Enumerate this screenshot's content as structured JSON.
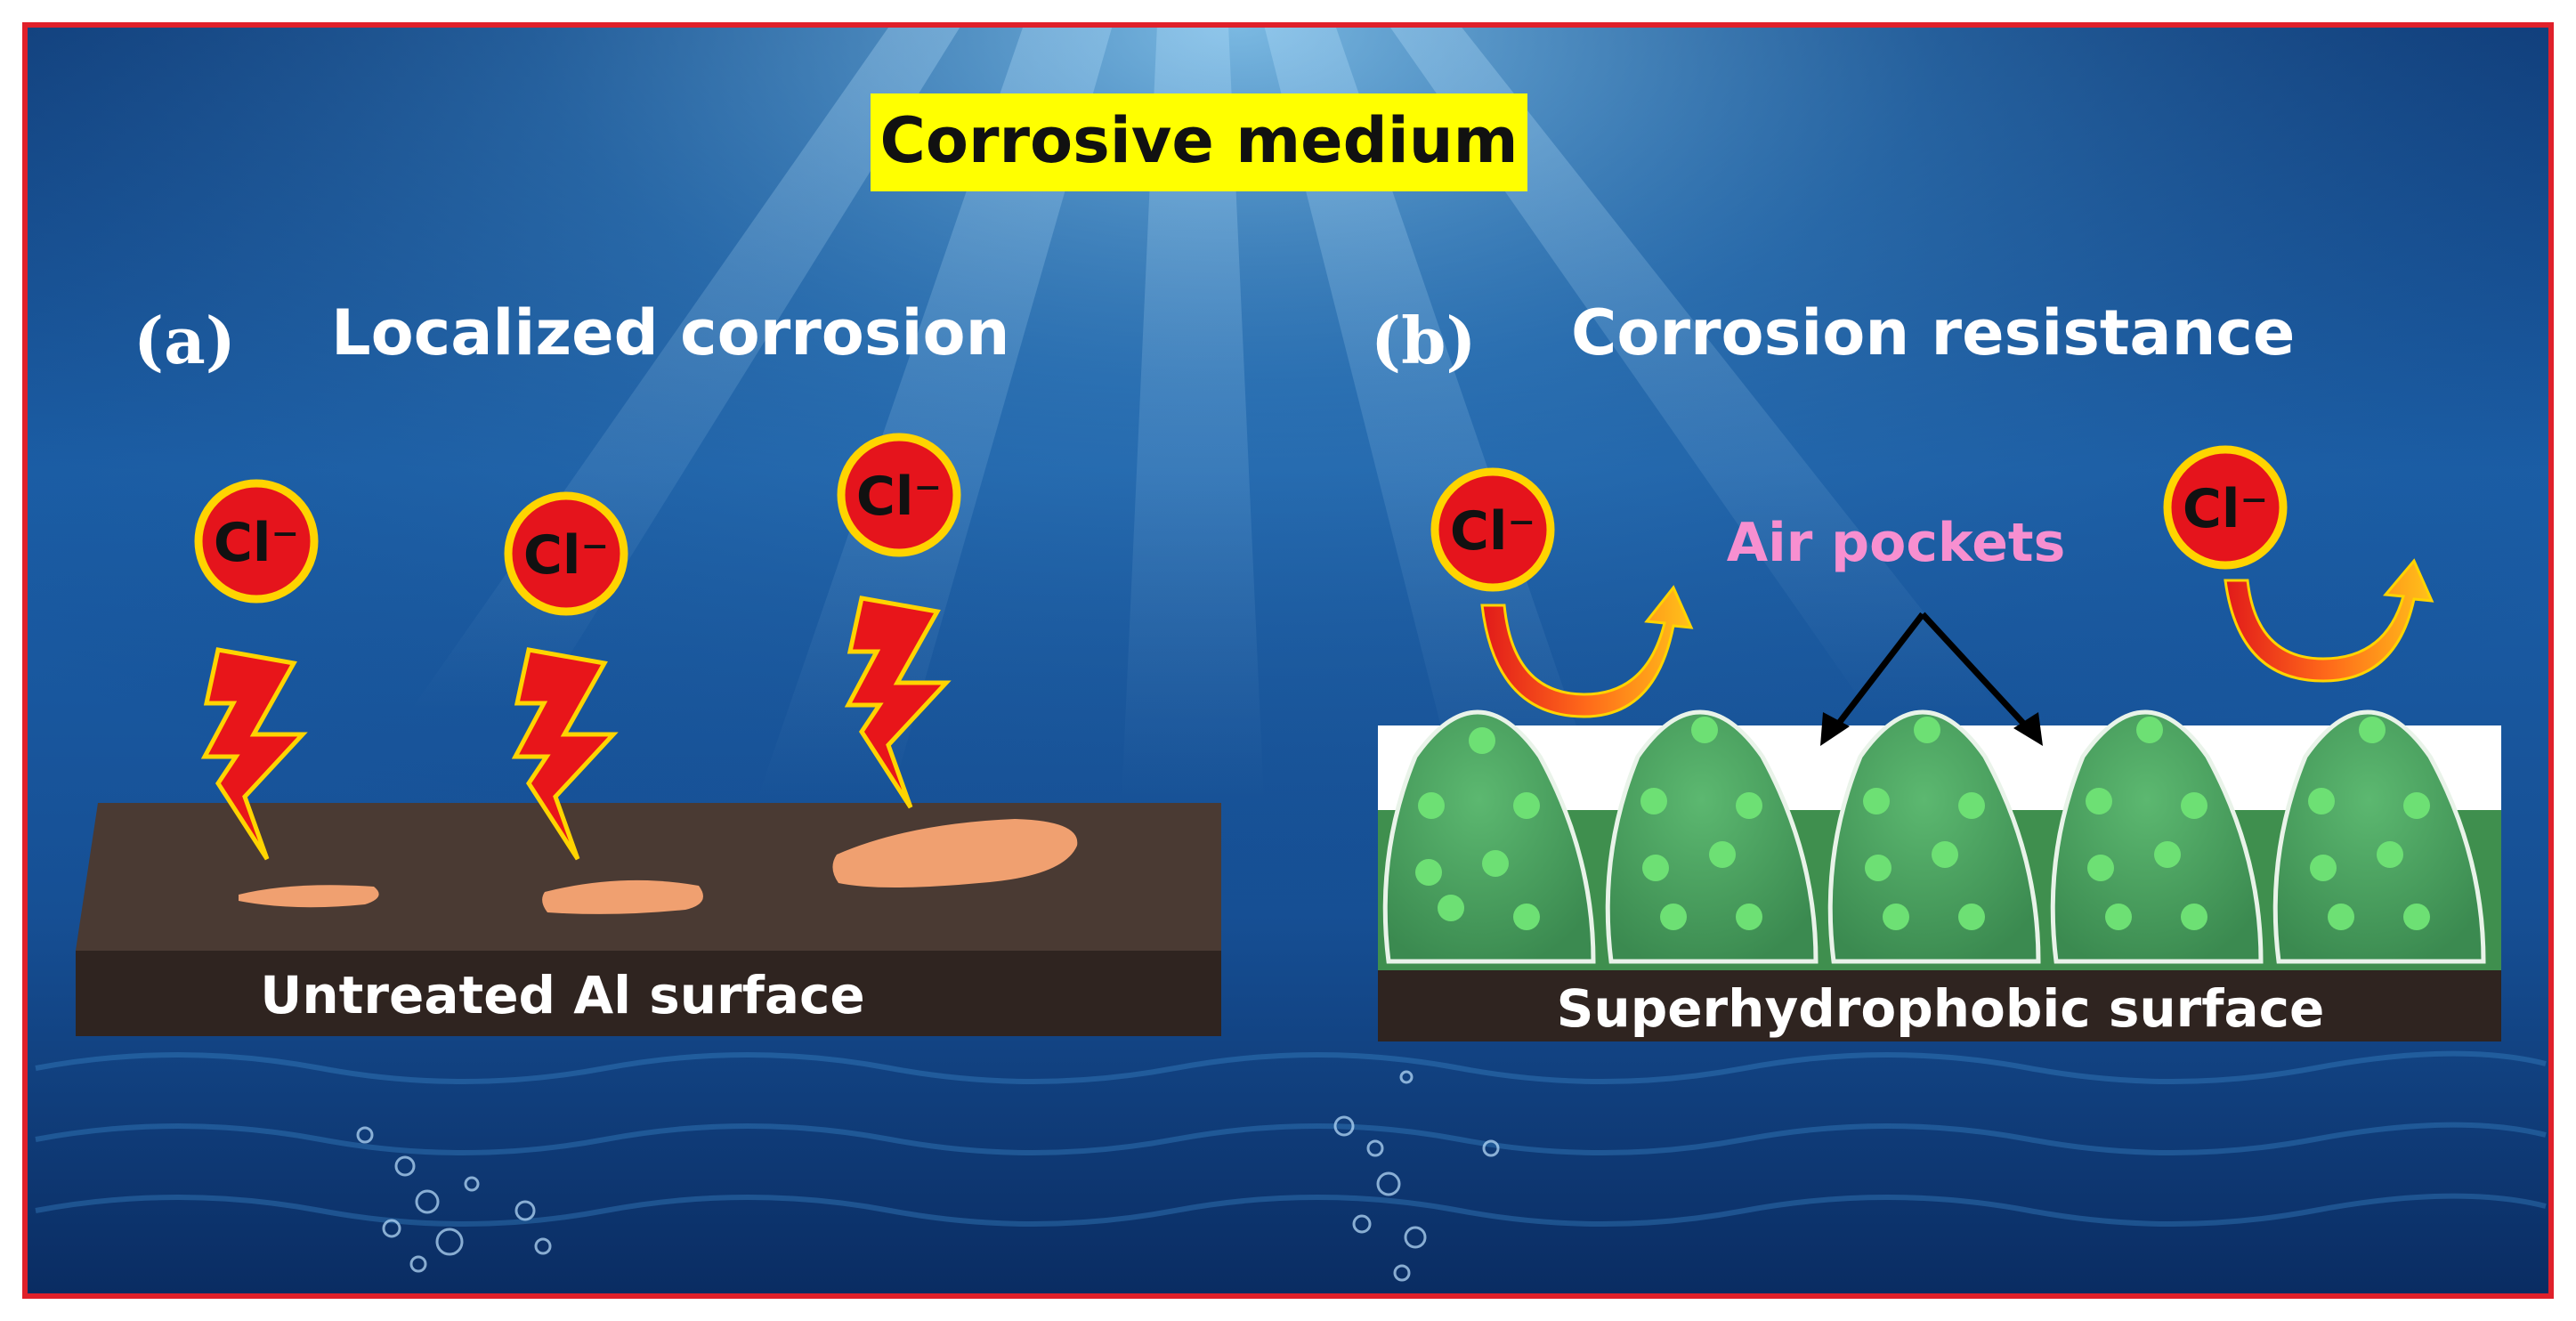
{
  "title": "Corrosive medium",
  "panels": {
    "a": {
      "letter": "(a)",
      "heading": "Localized corrosion",
      "surface_label": "Untreated Al surface",
      "ions": [
        "Cl⁻",
        "Cl⁻",
        "Cl⁻"
      ]
    },
    "b": {
      "letter": "(b)",
      "heading": "Corrosion resistance",
      "surface_label": "Superhydrophobic surface",
      "air_label": "Air pockets",
      "ions": [
        "Cl⁻",
        "Cl⁻"
      ]
    }
  },
  "colors": {
    "water_dark": "#0b2f66",
    "water_mid": "#1b5fa8",
    "water_light": "#4fa6dc",
    "frame": "#e0202a",
    "highlight": "#ffff00",
    "ion_fill": "#e5141c",
    "ion_ring": "#ffd400",
    "bolt": "#e8151a",
    "pit": "#f0a070",
    "al_surface": "#4a3a33",
    "al_side": "#2f2420",
    "coating_green": "#3f8f4e",
    "bump_green": "#4ea763",
    "dot_green": "#6de074",
    "air_label": "#f78fd0"
  }
}
